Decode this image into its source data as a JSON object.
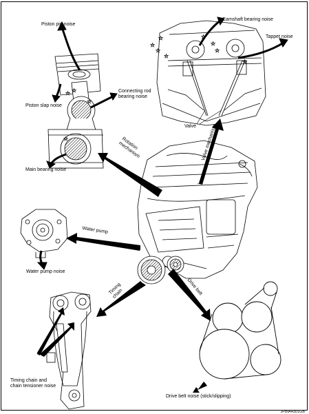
{
  "labels": {
    "piston_pin": "Piston pin noise",
    "piston_slap": "Piston slap noise",
    "connecting_rod_line1": "Connecting rod",
    "connecting_rod_line2": "bearing noise",
    "main_bearing": "Main bearing noise",
    "camshaft_bearing": "Camshaft bearing noise",
    "tappet": "Tappet noise",
    "valve": "Valve",
    "valve_mechanism": "Valve mechanism",
    "rotation_line1": "Rotation",
    "rotation_line2": "mechanism",
    "water_pump": "Water pump",
    "water_pump_noise": "Water pump noise",
    "timing_line1": "Timing",
    "timing_line2": "chain",
    "drive_belt": "Drive belt",
    "timing_tensioner_line1": "Timing chain and",
    "timing_tensioner_line2": "chain tensioner noise",
    "drive_belt_noise": "Drive belt noise (stick/slipping)"
  },
  "figure_code": "JPBIA4301GB"
}
